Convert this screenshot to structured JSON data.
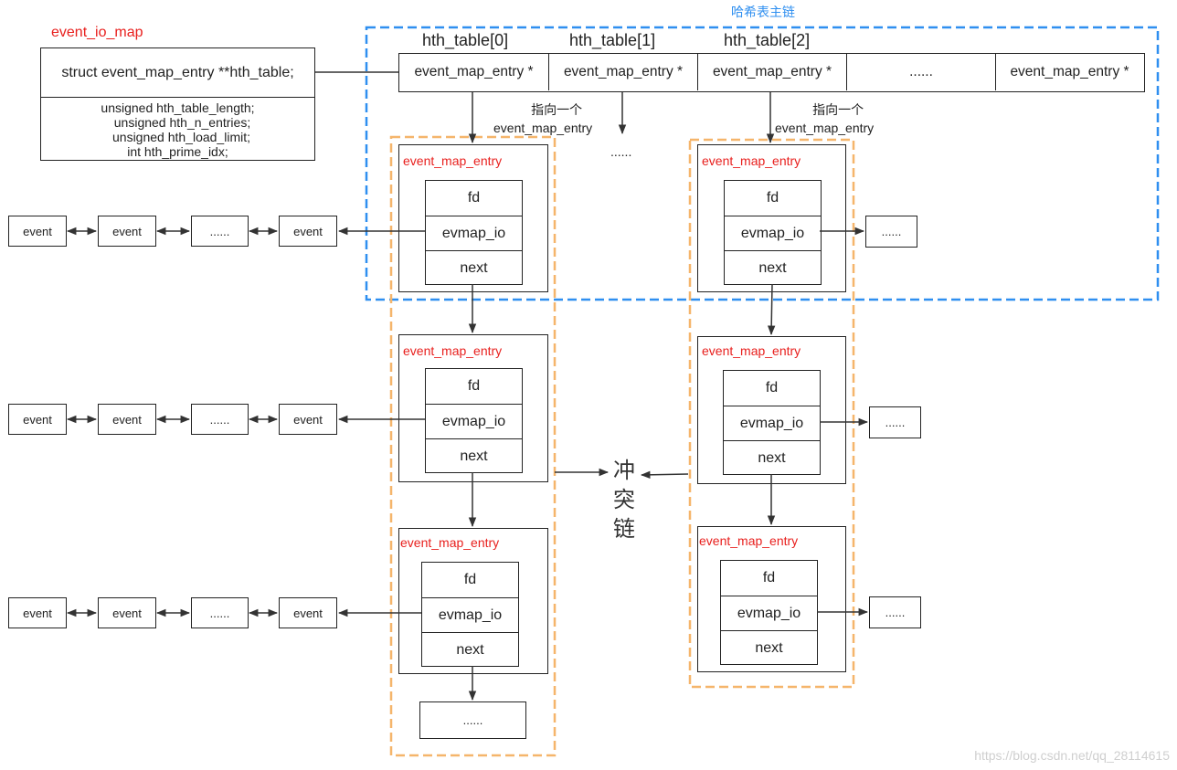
{
  "map_label": "event_io_map",
  "map_struct": {
    "field_main": "struct event_map_entry **hth_table;",
    "fields": [
      "unsigned hth_table_length;",
      "unsigned hth_n_entries;",
      "unsigned hth_load_limit;",
      "int hth_prime_idx;"
    ]
  },
  "main_chain_label": "哈希表主链",
  "table_headers": [
    "hth_table[0]",
    "hth_table[1]",
    "hth_table[2]"
  ],
  "table_cells": [
    "event_map_entry *",
    "event_map_entry *",
    "event_map_entry *",
    "......",
    "event_map_entry *"
  ],
  "pointer_note": [
    "指向一个",
    "event_map_entry"
  ],
  "middle_ellipsis": "......",
  "entry": {
    "title": "event_map_entry",
    "fields": [
      "fd",
      "evmap_io",
      "next"
    ]
  },
  "event_label": "event",
  "chain_ellipsis": "......",
  "collision_label": [
    "冲",
    "突",
    "链"
  ],
  "watermark": "https://blog.csdn.net/qq_28114615",
  "colors": {
    "red": "#e8201e",
    "blue": "#2f8ff0",
    "orange": "#f5b56b",
    "line": "#222222"
  }
}
